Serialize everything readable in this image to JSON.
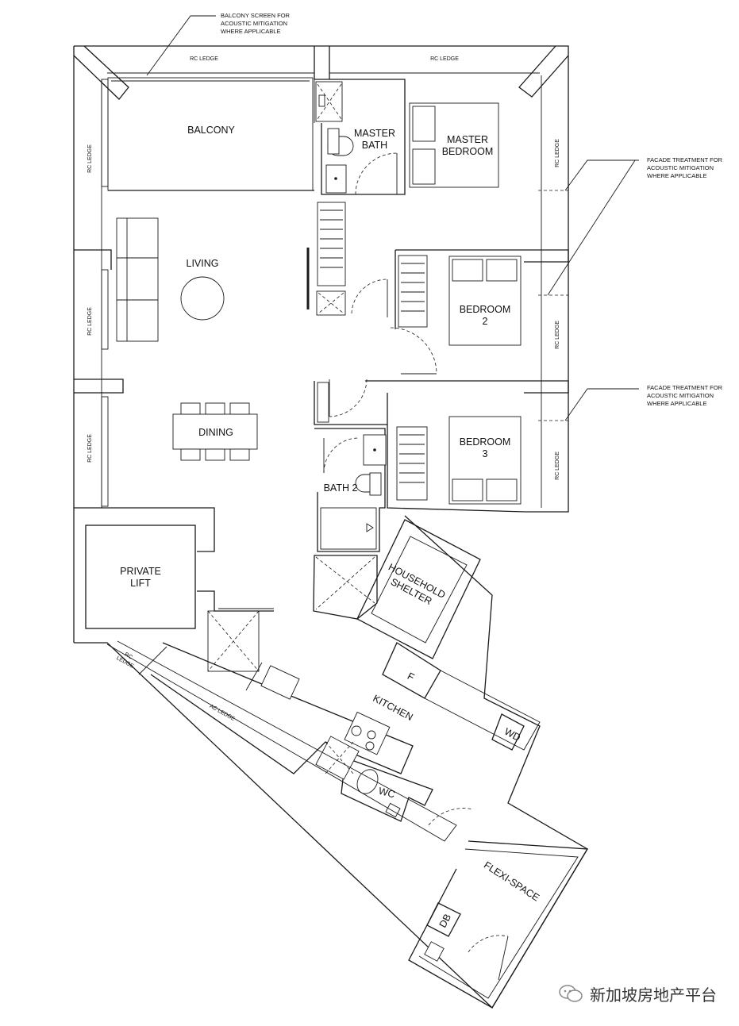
{
  "rooms": {
    "balcony": "BALCONY",
    "living": "LIVING",
    "dining": "DINING",
    "master_bath_1": "MASTER",
    "master_bath_2": "BATH",
    "master_bedroom_1": "MASTER",
    "master_bedroom_2": "BEDROOM",
    "bedroom2_1": "BEDROOM",
    "bedroom2_2": "2",
    "bedroom3_1": "BEDROOM",
    "bedroom3_2": "3",
    "bath2": "BATH 2",
    "private_lift_1": "PRIVATE",
    "private_lift_2": "LIFT",
    "shelter_1": "HOUSEHOLD",
    "shelter_2": "SHELTER",
    "fridge": "F",
    "kitchen": "KITCHEN",
    "washer_dryer": "WD",
    "wc": "WC",
    "flexi_space": "FLEXI-SPACE",
    "db": "DB"
  },
  "ledges": {
    "rc_ledge": "RC LEDGE",
    "rc": "RC",
    "ledge": "LEDGE",
    "ac_ledge": "AC LEDGE"
  },
  "notes": {
    "balcony_screen": [
      "BALCONY SCREEN FOR",
      "ACOUSTIC MITIGATION",
      "WHERE APPLICABLE"
    ],
    "facade_treatment": [
      "FACADE TREATMENT FOR",
      "ACOUSTIC MITIGATION",
      "WHERE APPLICABLE"
    ]
  },
  "watermark": "新加坡房地产平台"
}
